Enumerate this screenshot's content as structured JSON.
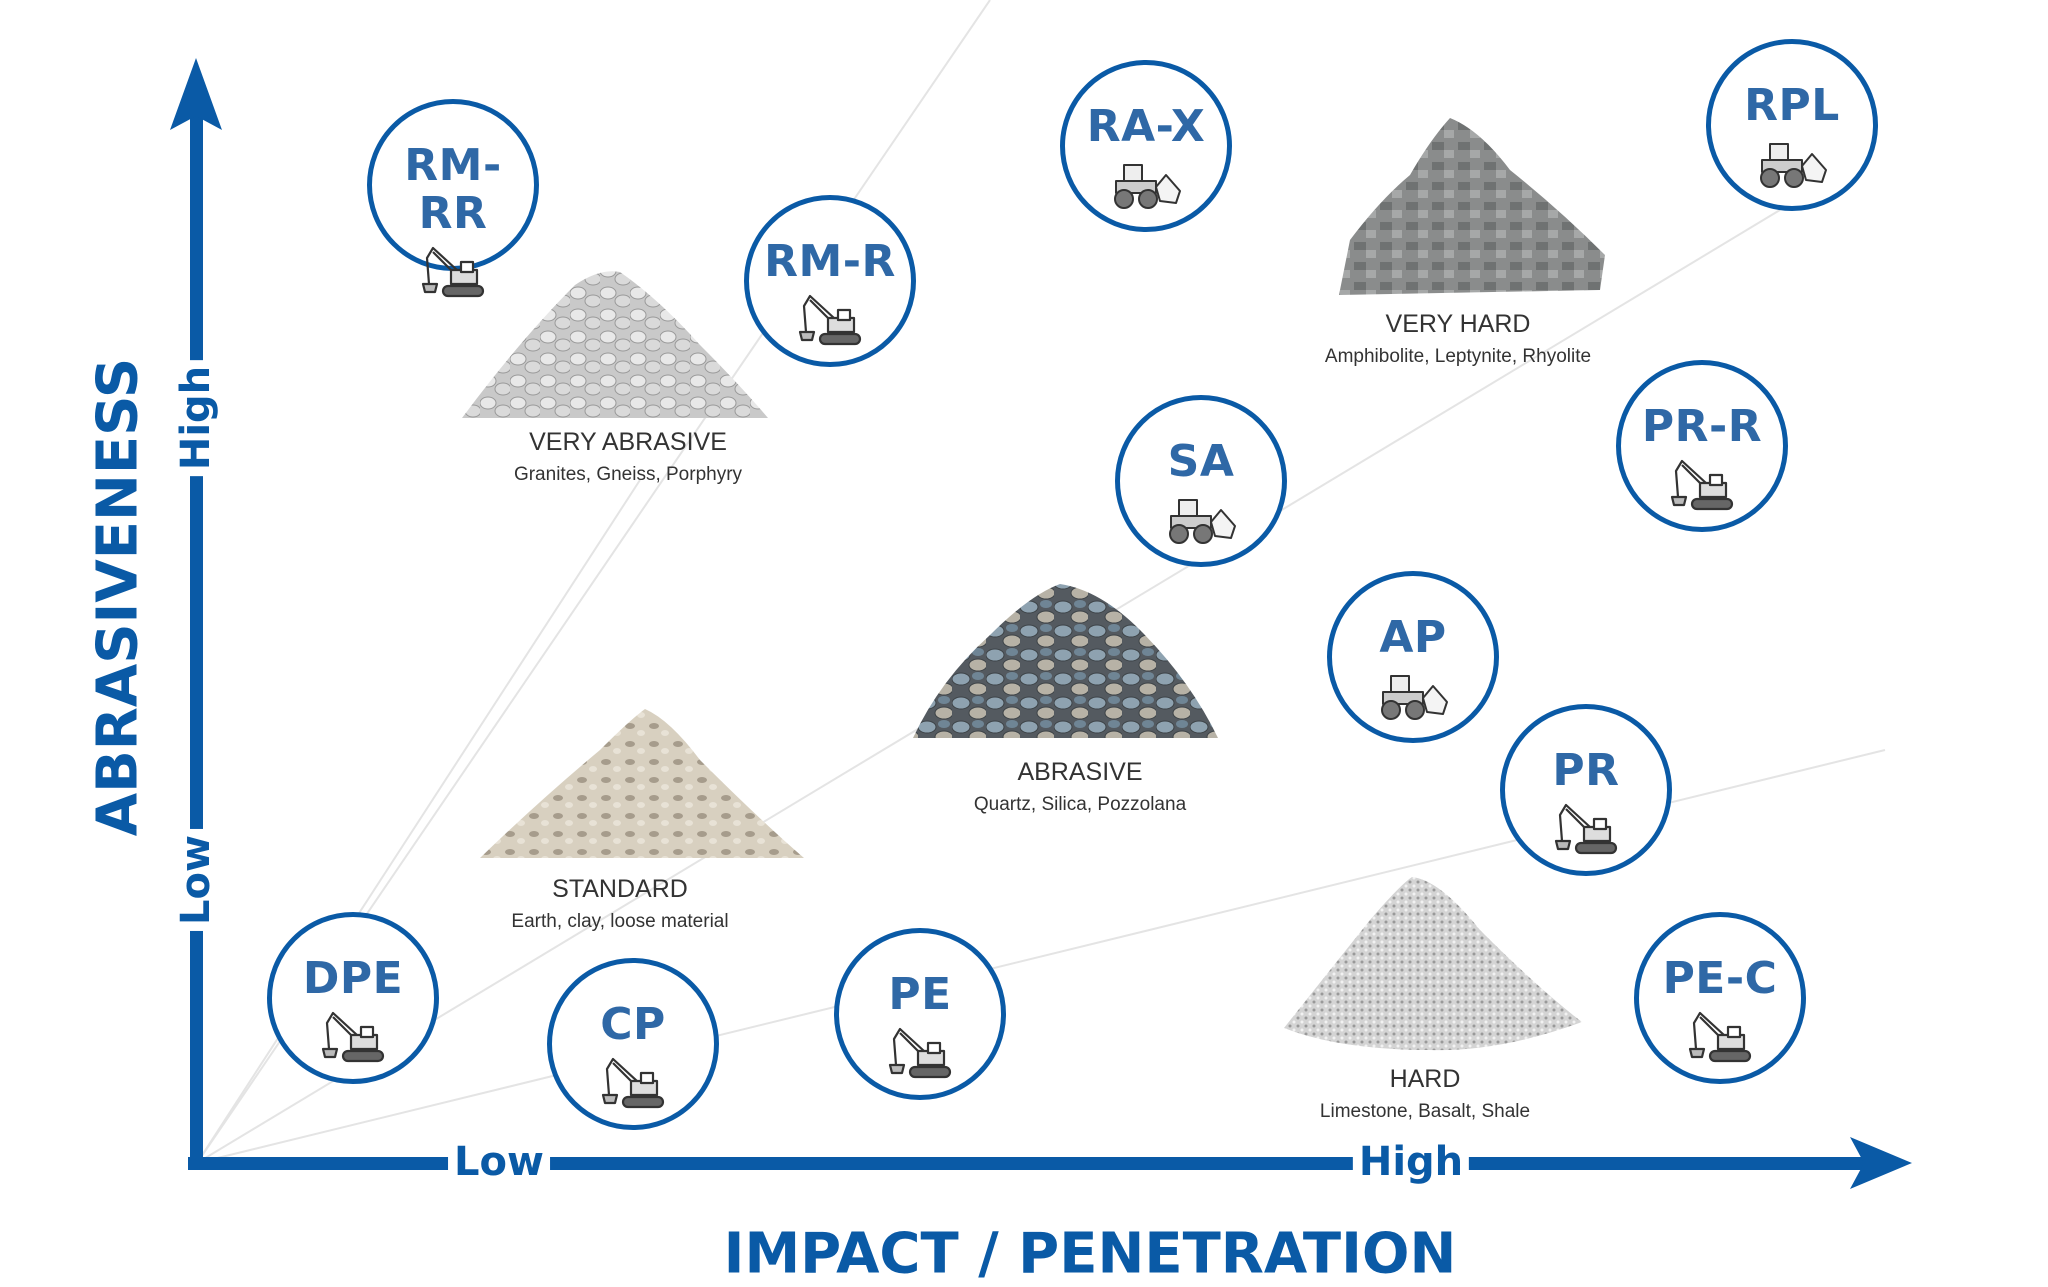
{
  "axes": {
    "y_title": "ABRASIVENESS",
    "x_title": "IMPACT / PENETRATION",
    "y_low": "Low",
    "y_high": "High",
    "x_low": "Low",
    "x_high": "High",
    "color": "#0a5aa6"
  },
  "materials": [
    {
      "name": "VERY ABRASIVE",
      "examples": "Granites, Gneiss, Porphyry"
    },
    {
      "name": "VERY HARD",
      "examples": "Amphibolite, Leptynite, Rhyolite"
    },
    {
      "name": "ABRASIVE",
      "examples": "Quartz, Silica, Pozzolana"
    },
    {
      "name": "STANDARD",
      "examples": "Earth, clay, loose material"
    },
    {
      "name": "HARD",
      "examples": "Limestone, Basalt, Shale"
    }
  ],
  "tools": [
    {
      "code": "RM-RR",
      "machine": "excavator"
    },
    {
      "code": "RM-R",
      "machine": "excavator"
    },
    {
      "code": "RA-X",
      "machine": "loader"
    },
    {
      "code": "RPL",
      "machine": "loader"
    },
    {
      "code": "SA",
      "machine": "loader"
    },
    {
      "code": "PR-R",
      "machine": "excavator"
    },
    {
      "code": "AP",
      "machine": "loader"
    },
    {
      "code": "PR",
      "machine": "excavator"
    },
    {
      "code": "DPE",
      "machine": "excavator"
    },
    {
      "code": "CP",
      "machine": "excavator"
    },
    {
      "code": "PE",
      "machine": "excavator"
    },
    {
      "code": "PE-C",
      "machine": "excavator"
    }
  ]
}
